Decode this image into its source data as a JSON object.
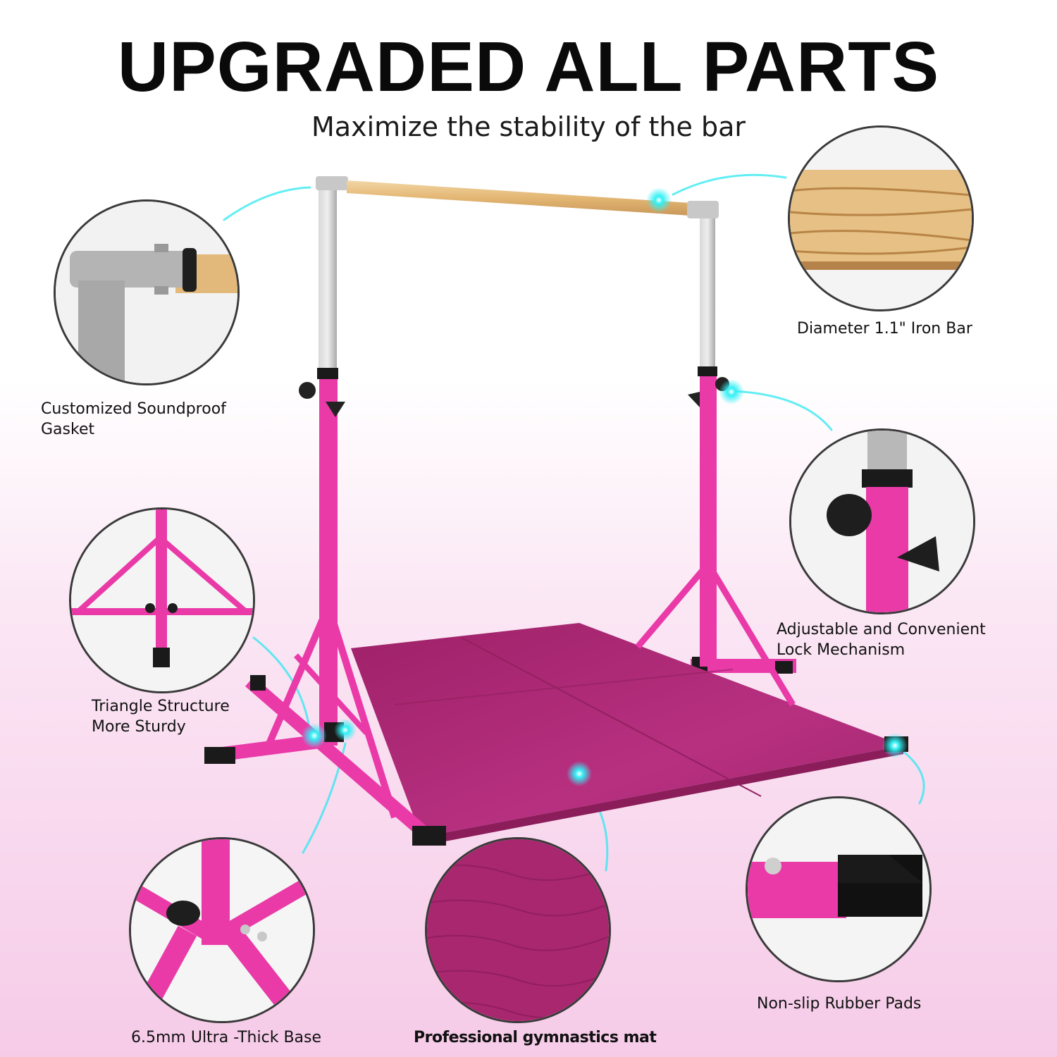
{
  "header": {
    "title": "UPGRADED ALL PARTS",
    "subtitle": "Maximize the stability of the bar"
  },
  "callouts": {
    "gasket": {
      "label_line1": "Customized Soundproof",
      "label_line2": "Gasket",
      "icon": "gasket-closeup"
    },
    "bar": {
      "label": "Diameter 1.1\" Iron Bar",
      "icon": "wood-bar-closeup"
    },
    "lock": {
      "label_line1": "Adjustable and Convenient",
      "label_line2": "Lock Mechanism",
      "icon": "lock-knob-closeup"
    },
    "triangle": {
      "label_line1": "Triangle Structure",
      "label_line2": "More Sturdy",
      "icon": "triangle-frame-closeup"
    },
    "base": {
      "label": "6.5mm Ultra -Thick Base",
      "icon": "base-closeup"
    },
    "mat": {
      "label": "Professional gymnastics mat",
      "icon": "mat-texture-closeup"
    },
    "pads": {
      "label": "Non-slip Rubber Pads",
      "icon": "rubber-pad-closeup"
    }
  },
  "colors": {
    "frame_pink": "#e93aa8",
    "mat_magenta": "#b02a78",
    "bar_wood": "#e8c48a",
    "upright_silver": "#c4c4c4",
    "highlight_cyan": "#2ee8f0"
  }
}
